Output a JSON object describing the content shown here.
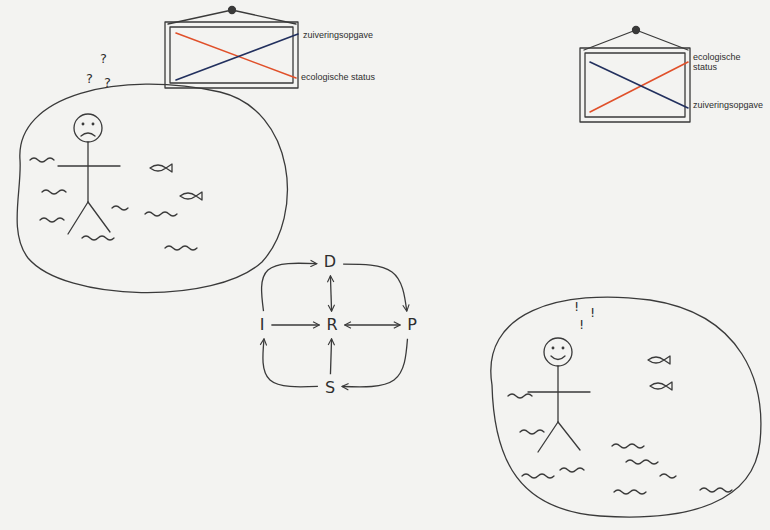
{
  "diagram": {
    "nodes": [
      {
        "text": [
          "D"
        ]
      },
      {
        "text": [
          "I"
        ]
      },
      {
        "text": [
          "R"
        ]
      },
      {
        "text": [
          "P"
        ]
      },
      {
        "text": [
          "S"
        ]
      }
    ],
    "edges": [
      {
        "from": 0,
        "to": 3,
        "arrow": "to"
      },
      {
        "from": 3,
        "to": 4,
        "arrow": "to"
      },
      {
        "from": 4,
        "to": 1,
        "arrow": "to"
      },
      {
        "from": 1,
        "to": 0,
        "arrow": "to"
      },
      {
        "from": 1,
        "to": 2,
        "arrow": "to"
      },
      {
        "from": 0,
        "to": 2,
        "arrow": "both"
      },
      {
        "from": 2,
        "to": 3,
        "arrow": "both"
      },
      {
        "from": 4,
        "to": 2,
        "arrow": "to"
      }
    ],
    "labels": [
      "zuiveringsopgave",
      "ecologische status",
      "ecologische status",
      "zuiveringsopgave",
      "?",
      "?",
      "?",
      "!",
      "!",
      "!"
    ]
  }
}
